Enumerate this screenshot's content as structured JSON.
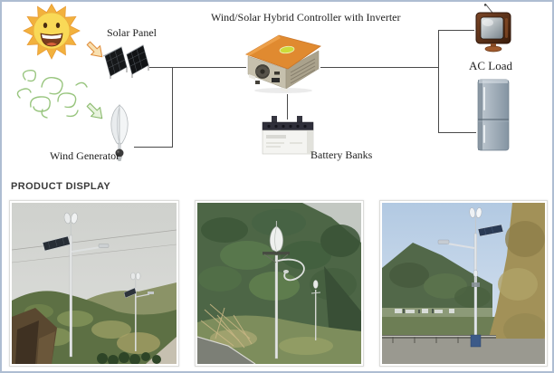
{
  "diagram": {
    "title": "Wind/Solar Hybrid Controller with Inverter",
    "solar_panel_label": "Solar Panel",
    "wind_generator_label": "Wind Generator",
    "battery_label": "Battery Banks",
    "ac_load_label": "AC Load",
    "icons": {
      "sun": "smiling-sun",
      "wind": "green-wind-gusts",
      "solar_panel": "tilted-solar-panels",
      "wind_generator": "vertical-axis-wind-turbine",
      "controller": "hybrid-controller-inverter-box",
      "battery": "battery-bank",
      "tv": "crt-television",
      "fridge": "refrigerator"
    }
  },
  "product_display": {
    "heading": "PRODUCT DISPLAY",
    "photos": [
      {
        "alt": "Wind/solar hybrid street lamps on a green hillside under a grey sky"
      },
      {
        "alt": "Vertical-axis wind turbine street lamp in front of a forested mountain"
      },
      {
        "alt": "Wind/solar street lamp beside a mountain road under blue sky"
      }
    ]
  },
  "colors": {
    "page_border": "#aebdd2",
    "wire": "#4a4a4a",
    "controller_roof": "#e08a30",
    "wind_swirl": "#98c57e",
    "sun_yellow": "#f6cf4e",
    "label_text": "#1f1f1f"
  }
}
